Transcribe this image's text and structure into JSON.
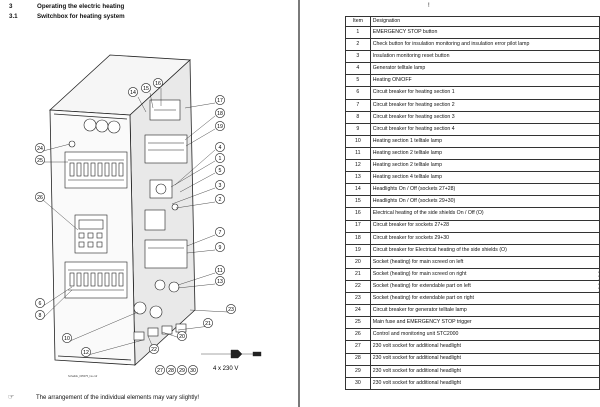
{
  "left_page": {
    "section_number": "3",
    "section_title": "Operating the electric heating",
    "subsection_number": "3.1",
    "subsection_title": "Switchbox for heating system",
    "voltage_label": "4 x 230 V",
    "small_code": "Schaltök_035075_lnu.cdr",
    "footnote_icon": "pointing-hand-icon",
    "footnote": "The arrangement of the individual elements may vary slightly!",
    "callouts": [
      "14",
      "15",
      "16",
      "17",
      "18",
      "19",
      "4",
      "24",
      "25",
      "1",
      "5",
      "3",
      "26",
      "2",
      "7",
      "9",
      "11",
      "13",
      "6",
      "8",
      "23",
      "10",
      "12",
      "21",
      "20",
      "22",
      "27",
      "28",
      "29",
      "30"
    ]
  },
  "right_page": {
    "top_mark": "!",
    "table": {
      "columns": [
        "Item",
        "Designation"
      ],
      "rows": [
        {
          "item": "1",
          "designation": "EMERGENCY STOP button"
        },
        {
          "item": "2",
          "designation": "Check button for insulation monitoring and insulation error pilot lamp"
        },
        {
          "item": "3",
          "designation": "Insulation monitoring reset button"
        },
        {
          "item": "4",
          "designation": "Generator telltale lamp"
        },
        {
          "item": "5",
          "designation": "Heating ON/OFF"
        },
        {
          "item": "6",
          "designation": "Circuit breaker for heating section 1"
        },
        {
          "item": "7",
          "designation": "Circuit breaker for heating section 2"
        },
        {
          "item": "8",
          "designation": "Circuit breaker for heating section 3"
        },
        {
          "item": "9",
          "designation": "Circuit breaker for heating section 4"
        },
        {
          "item": "10",
          "designation": "Heating section 1 telltale lamp"
        },
        {
          "item": "11",
          "designation": "Heating section 2 telltale lamp"
        },
        {
          "item": "12",
          "designation": "Heating section 2 telltale lamp"
        },
        {
          "item": "13",
          "designation": "Heating section 4 telltale lamp"
        },
        {
          "item": "14",
          "designation": "Headlights On / Off (sockets 27+28)"
        },
        {
          "item": "15",
          "designation": "Headlights On / Off (sockets 29+30)"
        },
        {
          "item": "16",
          "designation": "Electrical heating of the side shields On / Off (O)"
        },
        {
          "item": "17",
          "designation": "Circuit breaker for sockets 27+28"
        },
        {
          "item": "18",
          "designation": "Circuit breaker for sockets 29+30"
        },
        {
          "item": "19",
          "designation": "Circuit breaker for Electrical heating of the side shields (O)"
        },
        {
          "item": "20",
          "designation": "Socket (heating) for main screed on left"
        },
        {
          "item": "21",
          "designation": "Socket (heating) for main screed on right"
        },
        {
          "item": "22",
          "designation": "Socket (heating) for extendable part on left"
        },
        {
          "item": "23",
          "designation": "Socket (heating) for extendable part on right"
        },
        {
          "item": "24",
          "designation": "Circuit breaker for generator telltale lamp"
        },
        {
          "item": "25",
          "designation": "Main fuse and EMERGENCY STOP trigger"
        },
        {
          "item": "26",
          "designation": "Control and monitoring unit STC2000"
        },
        {
          "item": "27",
          "designation": "230 volt socket for additional headlight"
        },
        {
          "item": "28",
          "designation": "230 volt socket for additional headlight"
        },
        {
          "item": "29",
          "designation": "230 volt socket for additional headlight"
        },
        {
          "item": "30",
          "designation": "230 volt socket for additional headlight"
        }
      ]
    }
  }
}
